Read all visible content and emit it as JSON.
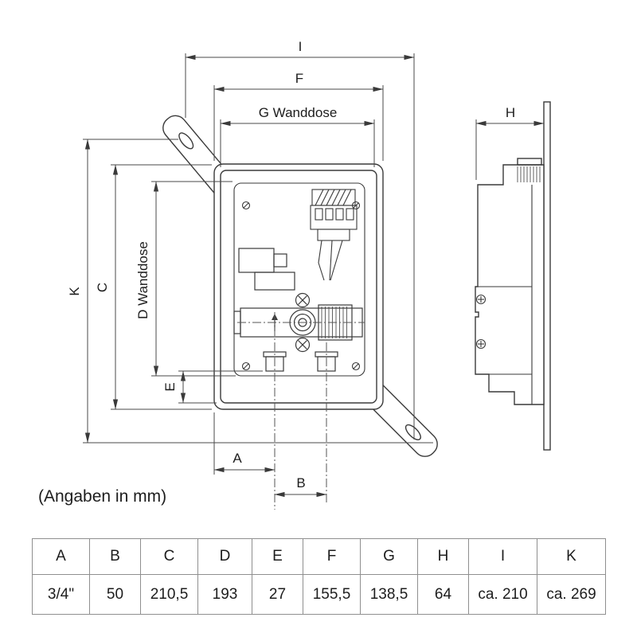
{
  "note": "(Angaben in mm)",
  "dims": {
    "I": "I",
    "F": "F",
    "G": "G Wanddose",
    "H": "H",
    "K": "K",
    "C": "C",
    "D": "D Wanddose",
    "E": "E",
    "A": "A",
    "B": "B"
  },
  "table": {
    "headers": [
      "A",
      "B",
      "C",
      "D",
      "E",
      "F",
      "G",
      "H",
      "I",
      "K"
    ],
    "values": [
      "3/4\"",
      "50",
      "210,5",
      "193",
      "27",
      "155,5",
      "138,5",
      "64",
      "ca. 210",
      "ca. 269"
    ]
  },
  "colors": {
    "line": "#3a3a3a",
    "dimension_line": "#4a4a4a",
    "text": "#1d1d1d",
    "table_border": "#8f8f8f"
  }
}
